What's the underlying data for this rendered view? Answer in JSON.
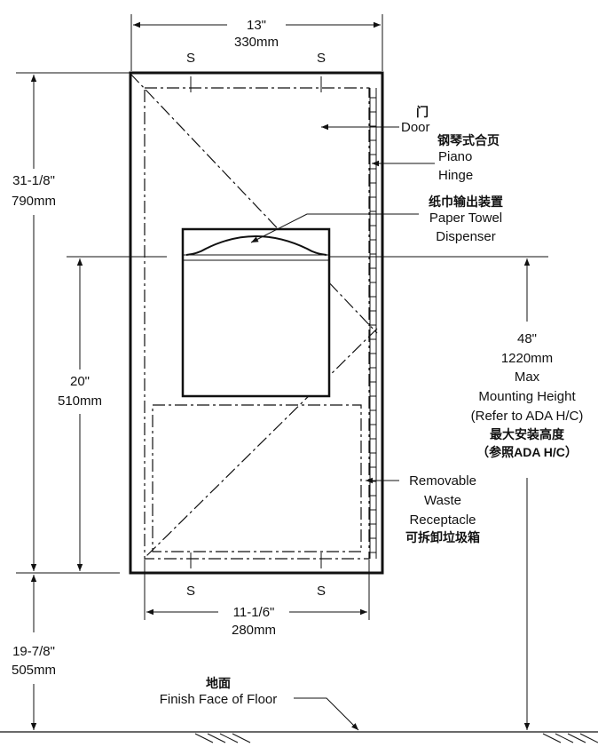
{
  "dimensions": {
    "top_width_in": "13\"",
    "top_width_mm": "330mm",
    "height_in": "31-1/8\"",
    "height_mm": "790mm",
    "dispenser_height_in": "20\"",
    "dispenser_height_mm": "510mm",
    "bottom_width_in": "11-1/6\"",
    "bottom_width_mm": "280mm",
    "floor_gap_in": "19-7/8\"",
    "floor_gap_mm": "505mm"
  },
  "stud_marker": "S",
  "labels": {
    "door_cn": "门",
    "door_en": "Door",
    "hinge_cn": "钢琴式合页",
    "hinge_en_1": "Piano",
    "hinge_en_2": "Hinge",
    "dispenser_cn": "纸巾输出装置",
    "dispenser_en_1": "Paper Towel",
    "dispenser_en_2": "Dispenser",
    "mount_1": "48\"",
    "mount_2": "1220mm",
    "mount_3": "Max",
    "mount_4": "Mounting Height",
    "mount_5": "(Refer to ADA H/C)",
    "mount_cn_1": "最大安装高度",
    "mount_cn_2": "（参照ADA H/C）",
    "waste_en_1": "Removable",
    "waste_en_2": "Waste",
    "waste_en_3": "Receptacle",
    "waste_cn": "可拆卸垃圾箱",
    "floor_cn": "地面",
    "floor_en": "Finish Face of Floor"
  }
}
